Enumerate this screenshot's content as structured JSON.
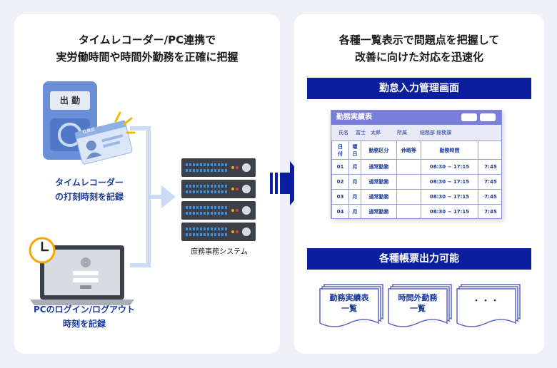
{
  "left": {
    "heading": [
      "タイムレコーダー/PC連携で",
      "実労働時間や時間外勤務を正確に把握"
    ],
    "time_recorder": {
      "display_label": "出 勤",
      "card_label": "社員証"
    },
    "time_recorder_caption": [
      "タイムレコーダー",
      "の打刻時刻を記録"
    ],
    "pc_caption": [
      "PCのログイン/ログアウト",
      "時刻を記録"
    ],
    "server_label": "庶務事務システム"
  },
  "right": {
    "heading": [
      "各種一覧表示で問題点を把握して",
      "改善に向けた対応を迅速化"
    ],
    "section1_title": "勤怠入力管理画面",
    "attendance": {
      "title": "勤務実績表",
      "name_label": "氏名",
      "name_value": "富士　太郎",
      "dept_label": "所属",
      "dept_value": "総務部 総務課",
      "headers": [
        "日付",
        "曜日",
        "勤務区分",
        "休暇等",
        "勤務時間",
        ""
      ],
      "rows": [
        [
          "01",
          "月",
          "通常勤務",
          "",
          "08:30 ~ 17:15",
          "7:45"
        ],
        [
          "02",
          "月",
          "通常勤務",
          "",
          "08:30 ~ 17:15",
          "7:45"
        ],
        [
          "03",
          "月",
          "通常勤務",
          "",
          "08:30 ~ 17:15",
          "7:45"
        ],
        [
          "04",
          "月",
          "通常勤務",
          "",
          "08:30 ~ 17:15",
          "7:45"
        ]
      ]
    },
    "section2_title": "各種帳票出力可能",
    "reports": [
      [
        "勤務実績表",
        "一覧"
      ],
      [
        "時間外勤務",
        "一覧"
      ],
      [
        "・・・"
      ]
    ]
  },
  "colors": {
    "navy": "#0b1f9e",
    "accent_blue": "#1a3a9a",
    "light_blue": "#c9dcf4",
    "table_header": "#7a7fd9",
    "background": "#eef0f6"
  }
}
